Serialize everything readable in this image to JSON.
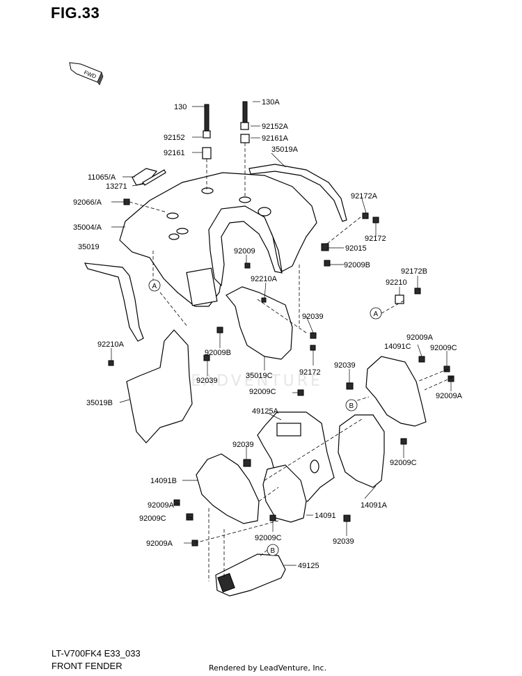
{
  "figure": {
    "title": "FIG.33",
    "fwd_label": "FWD",
    "model_code": "LT-V700FK4 E33_033",
    "name": "FRONT FENDER",
    "rendered_by": "Rendered by LeadVenture, Inc.",
    "watermark": "LEADVENTURE"
  },
  "parts": {
    "p130": "130",
    "p130A": "130A",
    "p92152": "92152",
    "p92152A": "92152A",
    "p92161": "92161",
    "p92161A": "92161A",
    "p35019A": "35019A",
    "p11065A": "11065/A",
    "p13271": "13271",
    "p92066A": "92066/A",
    "p92172A": "92172A",
    "p35004A": "35004/A",
    "p92172": "92172",
    "p35019": "35019",
    "p92009_top": "92009",
    "p92015": "92015",
    "p92009B_r": "92009B",
    "p92172B": "92172B",
    "p92210": "92210",
    "p92210A_c": "92210A",
    "p92039_c": "92039",
    "p92210A_l": "92210A",
    "p92009B_l": "92009B",
    "p92172_c": "92172",
    "p92039_l": "92039",
    "p35019C": "35019C",
    "p92039_r": "92039",
    "p14091C": "14091C",
    "p92009A_tr": "92009A",
    "p92009C_tr": "92009C",
    "p35019B": "35019B",
    "p92009C_c": "92009C",
    "p92009A_r": "92009A",
    "p49125A": "49125A",
    "p92039_ml": "92039",
    "p92009C_mr": "92009C",
    "p14091B": "14091B",
    "p14091A": "14091A",
    "p92009A_l": "92009A",
    "p92009C_l": "92009C",
    "p14091": "14091",
    "p92009C_b": "92009C",
    "p92039_b": "92039",
    "p92009A_bl": "92009A",
    "p49125": "49125"
  },
  "ref_marks": {
    "a": "A",
    "b": "B"
  }
}
